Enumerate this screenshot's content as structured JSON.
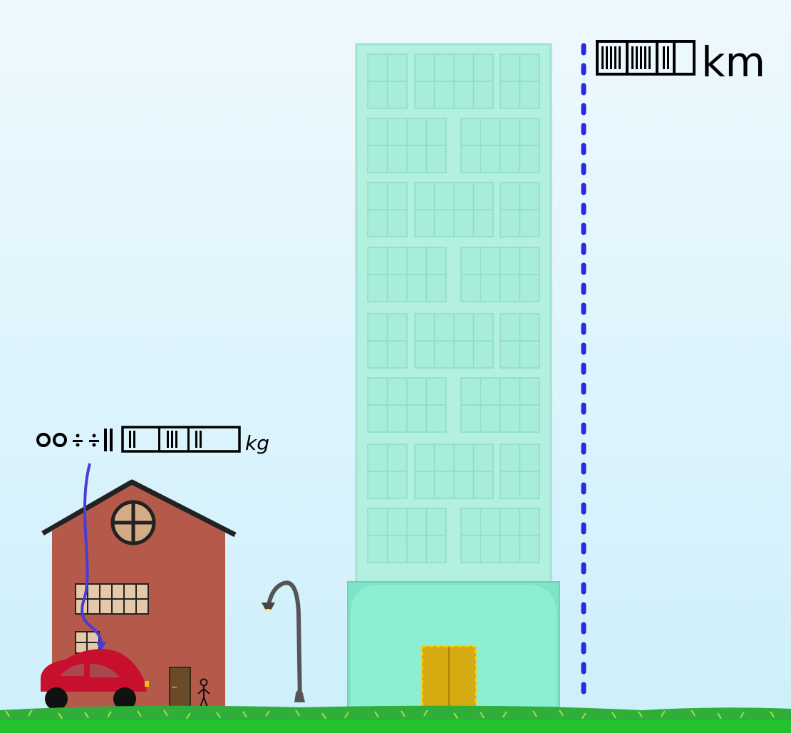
{
  "scene": {
    "sky_top_color": "#eef9fd",
    "sky_bottom_color": "#cdeffb",
    "grass_color": "#2fae3a",
    "height_marker_color": "#2a2ae0",
    "mass_arrow_color": "#4a3ad6"
  },
  "height_label": {
    "value_icon": "redacted-number-glyphs",
    "unit": "km"
  },
  "mass_label": {
    "value_icon": "redacted-number-glyphs",
    "unit": "kg"
  },
  "objects": {
    "house": "house-icon",
    "car": "car-icon",
    "person": "person-icon",
    "street_lamp": "street-lamp-icon",
    "skyscraper": "skyscraper-icon"
  }
}
